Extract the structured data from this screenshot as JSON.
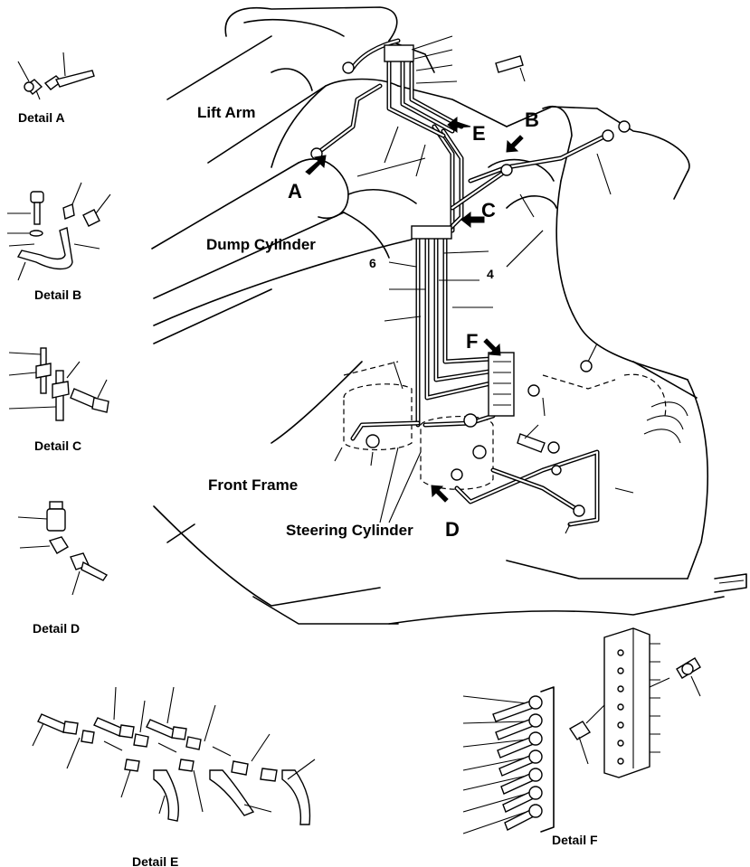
{
  "labels": {
    "lift_arm": "Lift Arm",
    "dump_cylinder": "Dump Cylinder",
    "front_frame": "Front Frame",
    "steering_cylinder": "Steering Cylinder"
  },
  "view_markers": {
    "a": "A",
    "b": "B",
    "c": "C",
    "d": "D",
    "e": "E",
    "f": "F"
  },
  "callout_numbers": {
    "n4": "4",
    "n6": "6"
  },
  "detail_titles": {
    "a": "Detail A",
    "b": "Detail B",
    "c": "Detail C",
    "d": "Detail D",
    "e": "Detail E",
    "f": "Detail F"
  }
}
